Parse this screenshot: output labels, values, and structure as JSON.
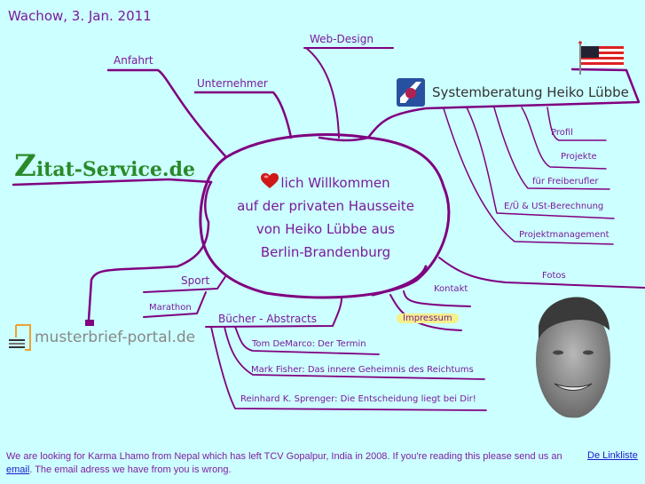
{
  "header": {
    "date": "Wachow, 3. Jan. 2011"
  },
  "center": {
    "lines": [
      "lich Willkommen",
      "auf der privaten Hausseite",
      "von Heiko Lübbe aus",
      "Berlin-Brandenburg"
    ]
  },
  "branches": {
    "anfahrt": "Anfahrt",
    "unternehmer": "Unternehmer",
    "webdesign": "Web-Design",
    "sport": "Sport",
    "marathon": "Marathon",
    "buecher": "Bücher - Abstracts",
    "book1": "Tom DeMarco: Der Termin",
    "book2": "Mark Fisher: Das innere Geheimnis des Reichtums",
    "book3": "Reinhard K. Sprenger: Die Entscheidung liegt bei Dir!",
    "kontakt": "Kontakt",
    "impressum": "Impressum",
    "fotos": "Fotos",
    "profil": "Profil",
    "projekte": "Projekte",
    "freiberufler": "für Freiberufler",
    "berechnung": "E/Ü & USt-Berechnung",
    "projektmanagement": "Projektmanagement"
  },
  "logos": {
    "zitat_first": "Z",
    "zitat_rest": "itat-Service.de",
    "systemberatung": "Systemberatung Heiko Lübbe",
    "musterbrief": "musterbrief-portal.de",
    "flag_icon": "us-flag-icon",
    "heart_icon": "heart-icon"
  },
  "footer": {
    "text_before": "We are looking for Karma Lhamo from Nepal which has left TCV Gopalpur, India in 2008. If you're reading this please send us an ",
    "email_link": "email",
    "text_after": ". The email adress we have from you is wrong.",
    "linkliste": "De Linkliste"
  },
  "colors": {
    "background": "#ccffff",
    "line": "#800080",
    "text": "#7a1a9a",
    "zitat": "#2a8a2a",
    "impressum_bg": "#f5f08a",
    "link": "#1a1acc"
  }
}
